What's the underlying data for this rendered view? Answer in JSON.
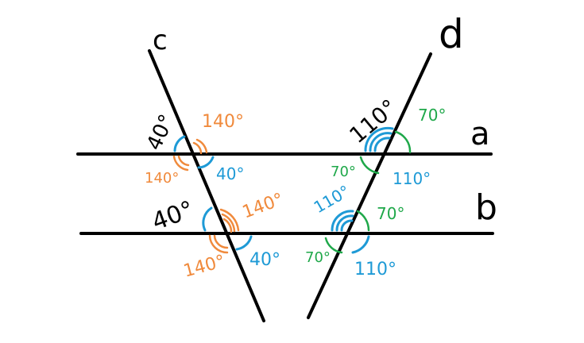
{
  "line_labels": {
    "c": "c",
    "d": "d",
    "a": "a",
    "b": "b"
  },
  "angles": {
    "c_a_upper_left": "40°",
    "c_a_upper_right": "140°",
    "c_a_lower_left": "140°",
    "c_a_lower_right": "40°",
    "d_a_upper_left": "110°",
    "d_a_upper_right": "70°",
    "d_a_lower_left": "70°",
    "d_a_lower_right": "110°",
    "c_b_upper_left": "40°",
    "c_b_upper_right": "140°",
    "c_b_lower_left": "140°",
    "c_b_lower_right": "40°",
    "d_b_upper_left": "110°",
    "d_b_upper_right": "70°",
    "d_b_lower_left": "70°",
    "d_b_lower_right": "110°"
  },
  "colors": {
    "line": "#000000",
    "orange": "#f08a3c",
    "blue": "#1e9ad6",
    "green": "#1fa84a"
  }
}
